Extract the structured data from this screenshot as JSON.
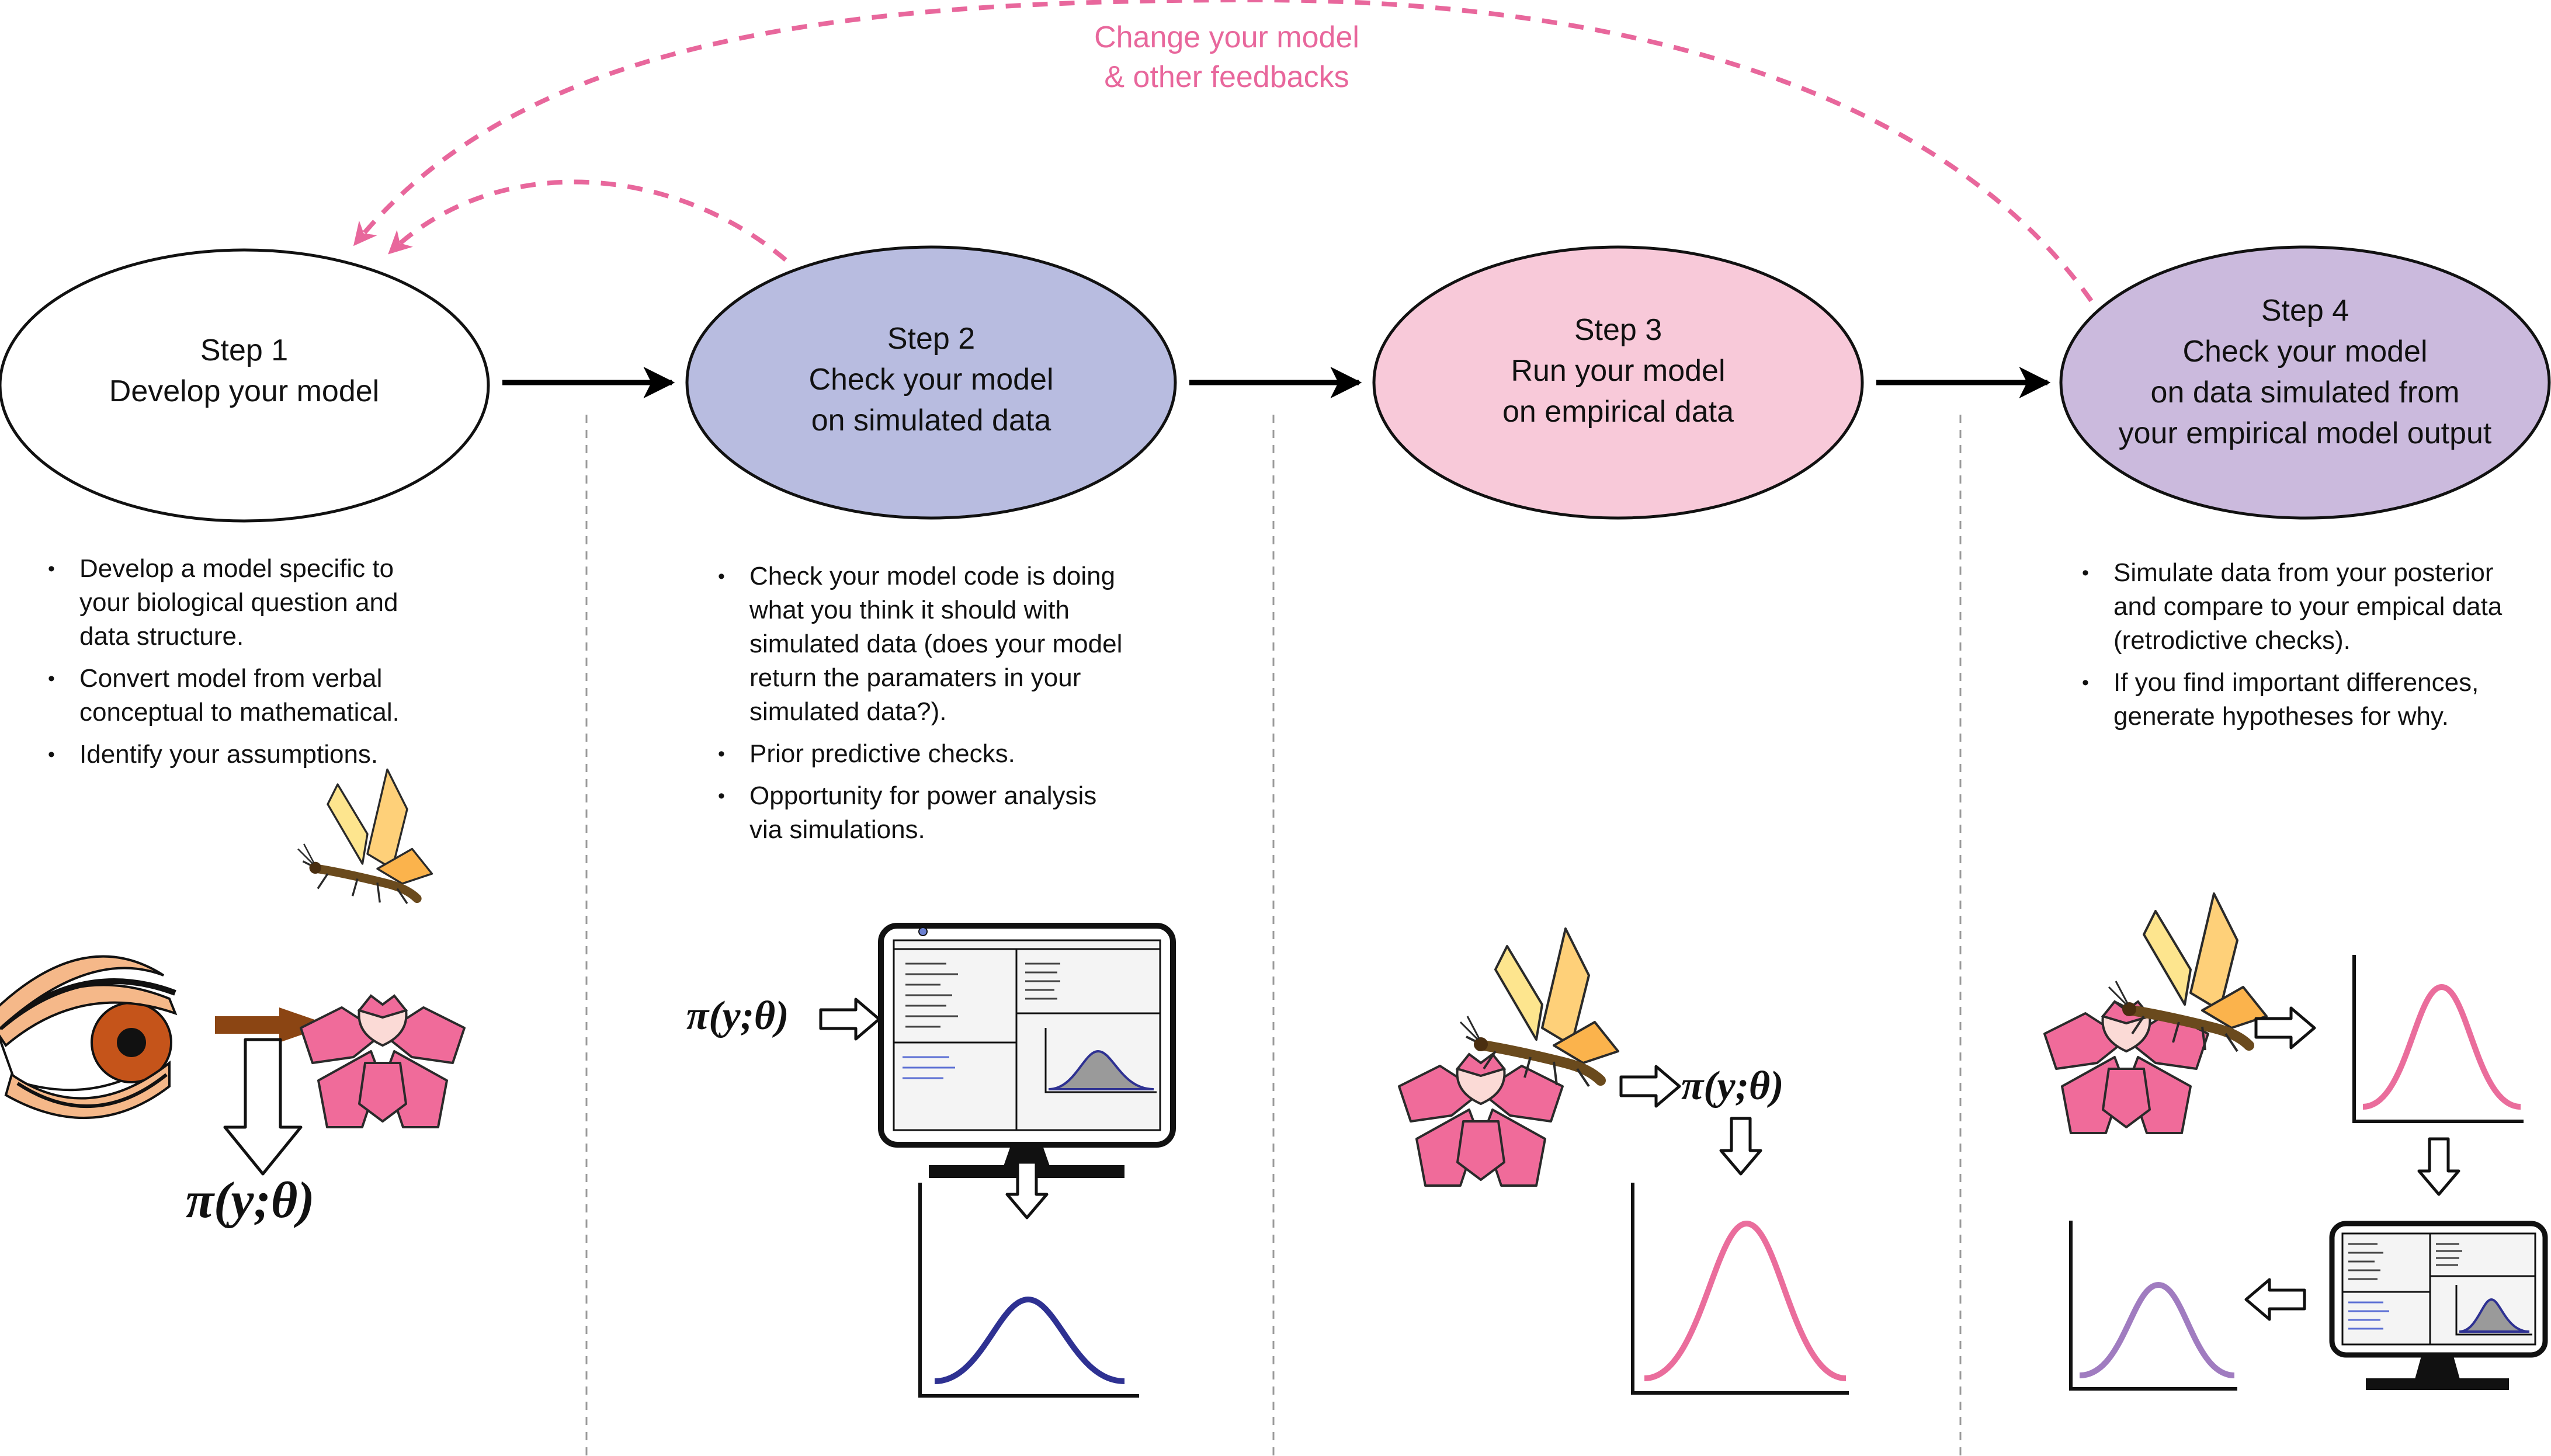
{
  "feedback_label": {
    "line1": "Change your model",
    "line2": "& other feedbacks"
  },
  "steps": [
    {
      "title": "Step 1",
      "lines": [
        "Develop your model"
      ],
      "bullets": [
        [
          "Develop a model specific to",
          "your biological question and",
          "data structure."
        ],
        [
          "Convert model from verbal",
          "conceptual to mathematical."
        ],
        [
          "Identify your assumptions."
        ]
      ]
    },
    {
      "title": "Step 2",
      "lines": [
        "Check your model",
        "on simulated data"
      ],
      "bullets": [
        [
          "Check your model code is doing",
          "what you think it should with",
          "simulated data (does your model",
          "return the paramaters in your",
          "simulated data?)."
        ],
        [
          "Prior predictive checks."
        ],
        [
          "Opportunity for power analysis",
          "via simulations."
        ]
      ]
    },
    {
      "title": "Step 3",
      "lines": [
        "Run your model",
        "on empirical data"
      ],
      "bullets": []
    },
    {
      "title": "Step 4",
      "lines": [
        "Check your model",
        "on data simulated from",
        "your empirical model output"
      ],
      "bullets": [
        [
          "Simulate data from your posterior",
          "and compare to your empical data",
          "(retrodictive checks)."
        ],
        [
          "If you find important differences,",
          "generate hypotheses for why."
        ]
      ]
    }
  ],
  "formula": "π(y;θ)",
  "colors": {
    "step1_fill": "#ffffff",
    "step2_fill": "#b8bce0",
    "step3_fill": "#f8c9d9",
    "step4_fill": "#cbbadd",
    "feedback": "#e8679c",
    "curve_step2": "#2e3192",
    "curve_step3": "#ea6d9c",
    "curve_step4_pink": "#ea6d9c",
    "curve_step4_purple": "#a07cc0",
    "flower": "#f06b9a",
    "butterfly": "#fdd17a",
    "eye_skin": "#f5b889",
    "iris": "#c5541a",
    "brown_arrow": "#8b4513"
  },
  "icons": [
    "eye-icon",
    "flower-icon",
    "butterfly-icon",
    "computer-icon",
    "normal-curve-icon"
  ]
}
